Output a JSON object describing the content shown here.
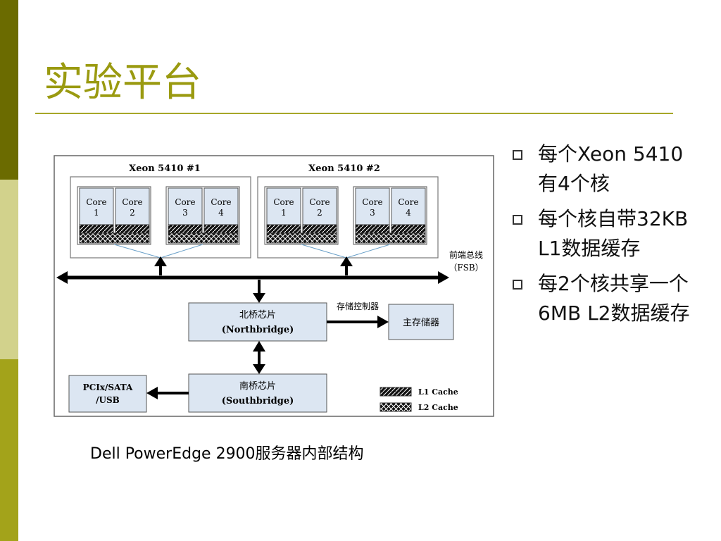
{
  "slide": {
    "title": "实验平台",
    "caption": "Dell PowerEdge 2900服务器内部结构",
    "colors": {
      "accent": "#a6a628",
      "stripe_dark": "#6b6b00",
      "stripe_mid": "#a3a31a",
      "stripe_light": "#d2d28c",
      "box_fill": "#dce6f2"
    }
  },
  "bullets": [
    {
      "text": "每个Xeon 5410有4个核"
    },
    {
      "text": "每个核自带32KB L1数据缓存"
    },
    {
      "text": "每2个核共享一个6MB L2数据缓存"
    }
  ],
  "diagram": {
    "cpu1": {
      "label": "Xeon 5410 #1",
      "cores": [
        {
          "name": "Core",
          "num": "1"
        },
        {
          "name": "Core",
          "num": "2"
        },
        {
          "name": "Core",
          "num": "3"
        },
        {
          "name": "Core",
          "num": "4"
        }
      ]
    },
    "cpu2": {
      "label": "Xeon 5410 #2",
      "cores": [
        {
          "name": "Core",
          "num": "1"
        },
        {
          "name": "Core",
          "num": "2"
        },
        {
          "name": "Core",
          "num": "3"
        },
        {
          "name": "Core",
          "num": "4"
        }
      ]
    },
    "fsb": {
      "line1": "前端总线",
      "line2": "（FSB）"
    },
    "northbridge": {
      "cn": "北桥芯片",
      "en": "(Northbridge)"
    },
    "memory_controller": "存储控制器",
    "main_memory": "主存储器",
    "southbridge": {
      "cn": "南桥芯片",
      "en": "(Southbridge)"
    },
    "io": {
      "line1": "PCIx/SATA",
      "line2": "/USB"
    },
    "legend": {
      "l1": "L1 Cache",
      "l2": "L2 Cache"
    }
  }
}
